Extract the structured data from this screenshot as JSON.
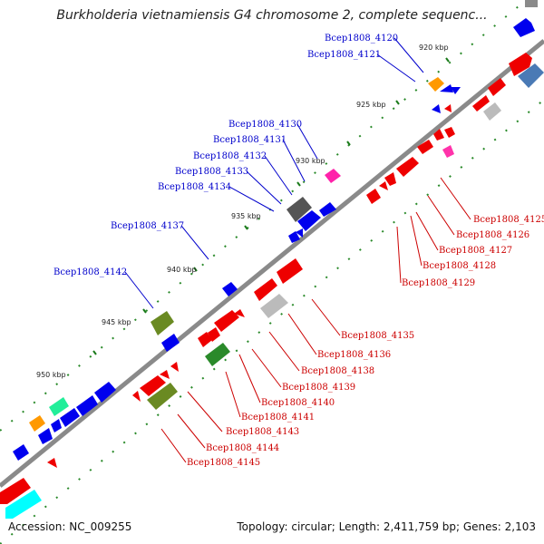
{
  "title": "Burkholderia vietnamiensis G4 chromosome 2, complete sequenc...",
  "accession": "Accession: NC_009255",
  "topology": "Topology: circular; Length: 2,411,759 bp; Genes: 2,103",
  "colors": {
    "backbone": "#8a8a8a",
    "label_forward": "#0000cc",
    "label_reverse": "#cc0000",
    "tick": "#1a7a1a"
  },
  "ticks": [
    {
      "label": "920 kbp"
    },
    {
      "label": "925 kbp"
    },
    {
      "label": "930 kbp"
    },
    {
      "label": "935 kbp"
    },
    {
      "label": "940 kbp"
    },
    {
      "label": "945 kbp"
    },
    {
      "label": "950 kbp"
    }
  ],
  "forward_labels": [
    {
      "text": "Bcep1808_4120"
    },
    {
      "text": "Bcep1808_4121"
    },
    {
      "text": "Bcep1808_4130"
    },
    {
      "text": "Bcep1808_4131"
    },
    {
      "text": "Bcep1808_4132"
    },
    {
      "text": "Bcep1808_4133"
    },
    {
      "text": "Bcep1808_4134"
    },
    {
      "text": "Bcep1808_4137"
    },
    {
      "text": "Bcep1808_4142"
    }
  ],
  "reverse_labels": [
    {
      "text": "Bcep1808_4125"
    },
    {
      "text": "Bcep1808_4126"
    },
    {
      "text": "Bcep1808_4127"
    },
    {
      "text": "Bcep1808_4128"
    },
    {
      "text": "Bcep1808_4129"
    },
    {
      "text": "Bcep1808_4135"
    },
    {
      "text": "Bcep1808_4136"
    },
    {
      "text": "Bcep1808_4138"
    },
    {
      "text": "Bcep1808_4139"
    },
    {
      "text": "Bcep1808_4140"
    },
    {
      "text": "Bcep1808_4141"
    },
    {
      "text": "Bcep1808_4143"
    },
    {
      "text": "Bcep1808_4144"
    },
    {
      "text": "Bcep1808_4145"
    }
  ]
}
